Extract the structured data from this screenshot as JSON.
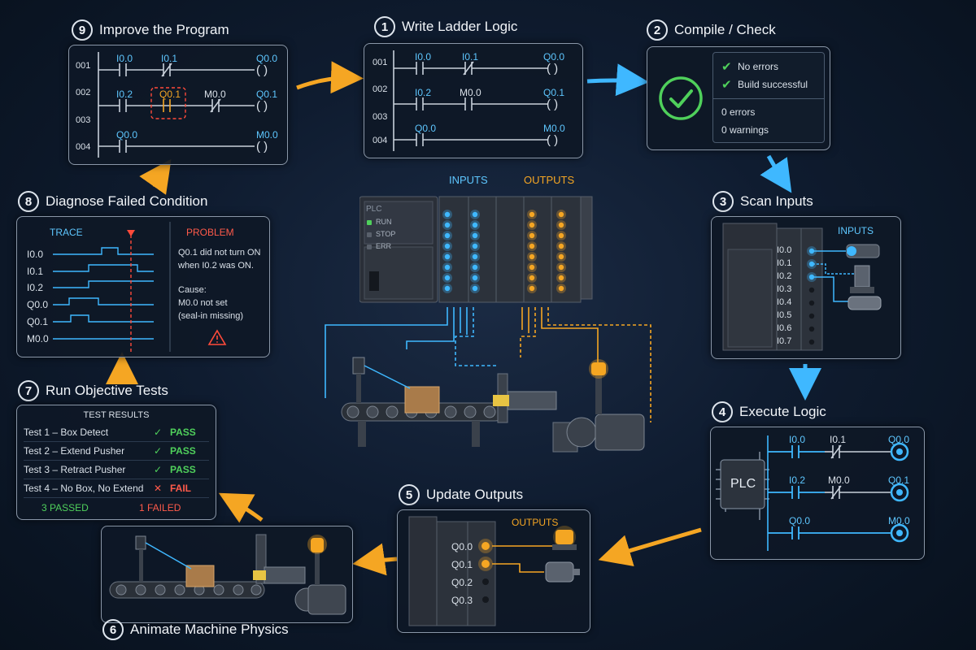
{
  "steps": {
    "s1": {
      "num": "1",
      "title": "Write Ladder Logic"
    },
    "s2": {
      "num": "2",
      "title": "Compile / Check"
    },
    "s3": {
      "num": "3",
      "title": "Scan Inputs"
    },
    "s4": {
      "num": "4",
      "title": "Execute Logic"
    },
    "s5": {
      "num": "5",
      "title": "Update Outputs"
    },
    "s6": {
      "num": "6",
      "title": "Animate Machine Physics"
    },
    "s7": {
      "num": "7",
      "title": "Run Objective Tests"
    },
    "s8": {
      "num": "8",
      "title": "Diagnose Failed Condition"
    },
    "s9": {
      "num": "9",
      "title": "Improve the Program"
    }
  },
  "ladder1": {
    "lines": [
      "001",
      "002",
      "003",
      "004"
    ],
    "r1": {
      "a": "I0.0",
      "b": "I0.1",
      "out": "Q0.0"
    },
    "r2": {
      "a": "I0.2",
      "b": "M0.0",
      "out": "Q0.1"
    },
    "r3": {
      "a": "Q0.0",
      "out": "M0.0"
    },
    "coil": "( )"
  },
  "ladder9": {
    "lines": [
      "001",
      "002",
      "003",
      "004"
    ],
    "r1": {
      "a": "I0.0",
      "b": "I0.1",
      "out": "Q0.0"
    },
    "r2": {
      "a": "I0.2",
      "added": "Q0.1",
      "b": "M0.0",
      "out": "Q0.1"
    },
    "r3": {
      "a": "Q0.0",
      "out": "M0.0"
    },
    "coil": "( )"
  },
  "compile": {
    "msg1": "No errors",
    "msg2": "Build successful",
    "errors": "0 errors",
    "warnings": "0 warnings"
  },
  "plc_main": {
    "inputs_label": "INPUTS",
    "outputs_label": "OUTPUTS",
    "brand": "PLC",
    "run": "RUN",
    "stop": "STOP",
    "err": "ERR"
  },
  "scan": {
    "label": "INPUTS",
    "addresses": [
      "I0.0",
      "I0.1",
      "I0.2",
      "I0.3",
      "I0.4",
      "I0.5",
      "I0.6",
      "I0.7"
    ]
  },
  "execute": {
    "chip": "PLC",
    "r1": {
      "a": "I0.0",
      "b": "I0.1",
      "out": "Q0.0"
    },
    "r2": {
      "a": "I0.2",
      "b": "M0.0",
      "out": "Q0.1"
    },
    "r3": {
      "a": "Q0.0",
      "out": "M0.0"
    }
  },
  "outputs": {
    "label": "OUTPUTS",
    "addresses": [
      "Q0.0",
      "Q0.1",
      "Q0.2",
      "Q0.3"
    ]
  },
  "tests": {
    "header": "TEST RESULTS",
    "rows": [
      {
        "name": "Test 1 – Box Detect",
        "result": "PASS"
      },
      {
        "name": "Test 2 – Extend Pusher",
        "result": "PASS"
      },
      {
        "name": "Test 3 – Retract Pusher",
        "result": "PASS"
      },
      {
        "name": "Test 4 – No Box, No Extend",
        "result": "FAIL"
      }
    ],
    "passed": "3 PASSED",
    "failed": "1 FAILED"
  },
  "diagnose": {
    "trace_label": "TRACE",
    "signals": [
      "I0.0",
      "I0.1",
      "I0.2",
      "Q0.0",
      "Q0.1",
      "M0.0"
    ],
    "problem_label": "PROBLEM",
    "problem_l1": "Q0.1 did not turn ON",
    "problem_l2": "when I0.2 was ON.",
    "cause_l1": "Cause:",
    "cause_l2": "M0.0 not set",
    "cause_l3": "(seal-in missing)"
  },
  "colors": {
    "blue": "#3fb8ff",
    "orange": "#f5a623",
    "green": "#4fd05b",
    "red": "#ff4a3a"
  }
}
